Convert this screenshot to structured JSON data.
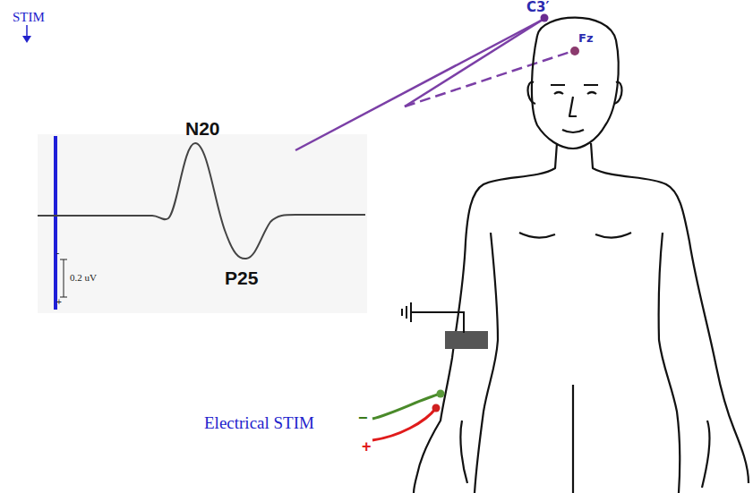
{
  "diagram": {
    "labels": [
      "STIM",
      "N20",
      "P25",
      "-",
      "0.2 uV",
      "+",
      "C3′",
      "Fz",
      "Electrical STIM",
      "−",
      "+"
    ]
  }
}
